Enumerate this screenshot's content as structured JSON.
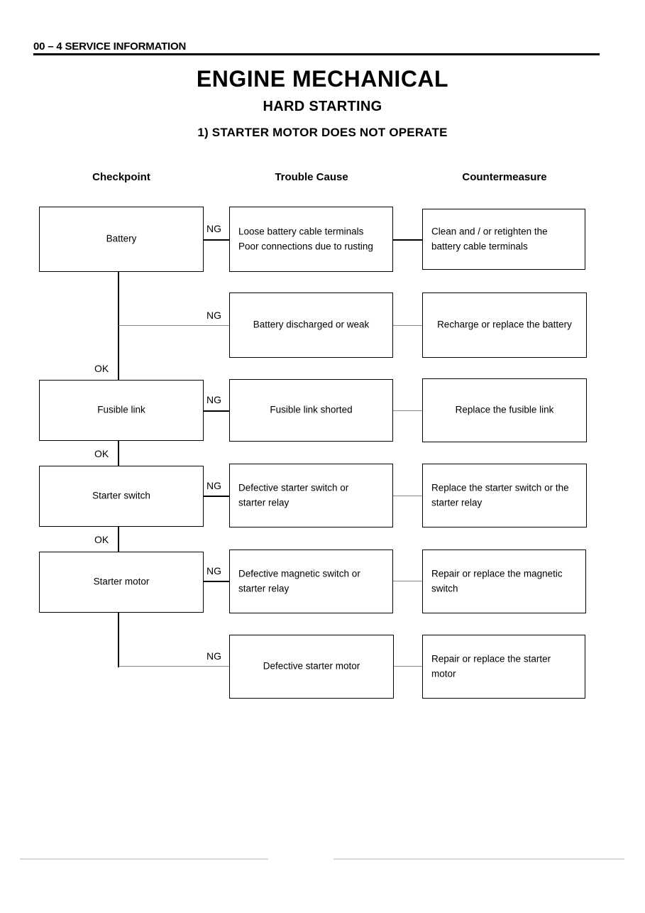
{
  "header": {
    "page_ref": "00 – 4  SERVICE INFORMATION"
  },
  "titles": {
    "main": "ENGINE MECHANICAL",
    "sub": "HARD STARTING",
    "item": "1)  STARTER MOTOR DOES NOT OPERATE"
  },
  "columns": {
    "checkpoint": "Checkpoint",
    "trouble_cause": "Trouble Cause",
    "countermeasure": "Countermeasure"
  },
  "labels": {
    "ng": "NG",
    "ok": "OK"
  },
  "chart_data": {
    "type": "diagram",
    "title": "Hard starting — starter motor does not operate",
    "columns": [
      "Checkpoint",
      "Trouble Cause",
      "Countermeasure"
    ],
    "rows": [
      {
        "checkpoint": "Battery",
        "cause": "Loose battery cable terminals\nPoor connections due to rusting",
        "countermeasure": "Clean and / or retighten the battery cable terminals",
        "branch": "NG"
      },
      {
        "checkpoint": "",
        "cause": "Battery discharged or weak",
        "countermeasure": "Recharge or replace the battery",
        "branch": "NG"
      },
      {
        "checkpoint": "Fusible link",
        "cause": "Fusible link shorted",
        "countermeasure": "Replace the fusible link",
        "branch": "NG"
      },
      {
        "checkpoint": "Starter switch",
        "cause": "Defective starter switch or starter relay",
        "countermeasure": "Replace the starter switch or the starter relay",
        "branch": "NG"
      },
      {
        "checkpoint": "Starter motor",
        "cause": "Defective magnetic switch or starter relay",
        "countermeasure": "Repair or replace the magnetic switch",
        "branch": "NG"
      },
      {
        "checkpoint": "",
        "cause": "Defective starter motor",
        "countermeasure": "Repair or replace the starter motor",
        "branch": "NG"
      }
    ],
    "pass_chain": [
      "Battery",
      "Fusible link",
      "Starter switch",
      "Starter motor"
    ],
    "pass_label": "OK"
  },
  "boxes": {
    "check_battery": "Battery",
    "check_fusible_link": "Fusible link",
    "check_starter_switch": "Starter switch",
    "check_starter_motor": "Starter motor",
    "cause_1_line1": "Loose battery cable terminals",
    "cause_1_line2": "Poor connections due to rusting",
    "cause_2": "Battery discharged or weak",
    "cause_3": "Fusible link shorted",
    "cause_4_line1": "Defective starter switch or",
    "cause_4_line2": "starter relay",
    "cause_5_line1": "Defective magnetic switch or",
    "cause_5_line2": "starter relay",
    "cause_6": "Defective starter motor",
    "fix_1_line1": "Clean and / or retighten the",
    "fix_1_line2": "battery cable terminals",
    "fix_2": "Recharge or replace the battery",
    "fix_3": "Replace the fusible link",
    "fix_4_line1": "Replace the starter switch or the",
    "fix_4_line2": "starter relay",
    "fix_5_line1": "Repair or replace the magnetic",
    "fix_5_line2": "switch",
    "fix_6_line1": "Repair or replace the starter",
    "fix_6_line2": "motor"
  }
}
